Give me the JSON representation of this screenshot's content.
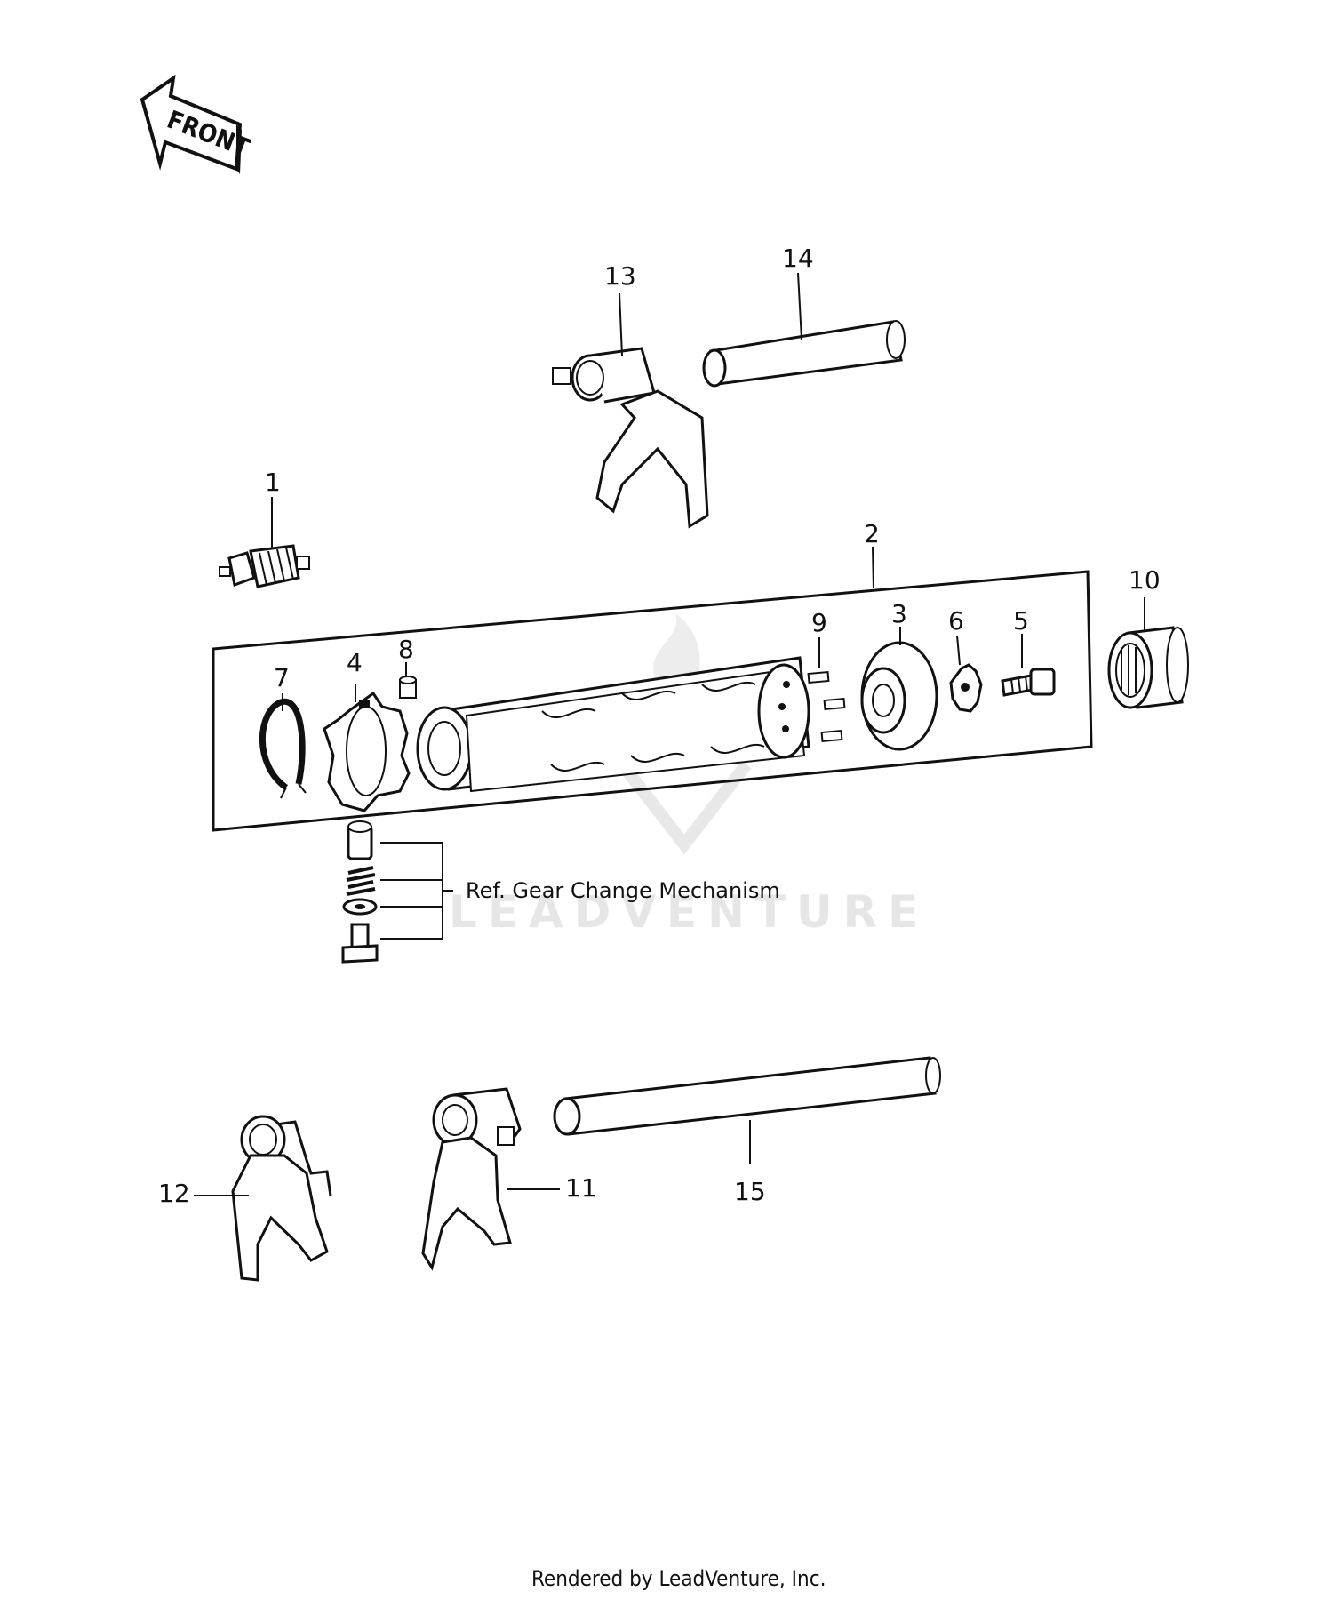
{
  "orientation": {
    "label": "FRONT",
    "icon": "front-arrow-icon"
  },
  "callouts": [
    "1",
    "2",
    "3",
    "4",
    "5",
    "6",
    "7",
    "8",
    "9",
    "10",
    "11",
    "12",
    "13",
    "14",
    "15"
  ],
  "reference_note": "Ref. Gear Change Mechanism",
  "watermark": "LEADVENTURE",
  "footer": "Rendered by LeadVenture, Inc.",
  "colors": {
    "ink": "#111111",
    "background": "#ffffff",
    "watermark": "#e6e6e6"
  }
}
